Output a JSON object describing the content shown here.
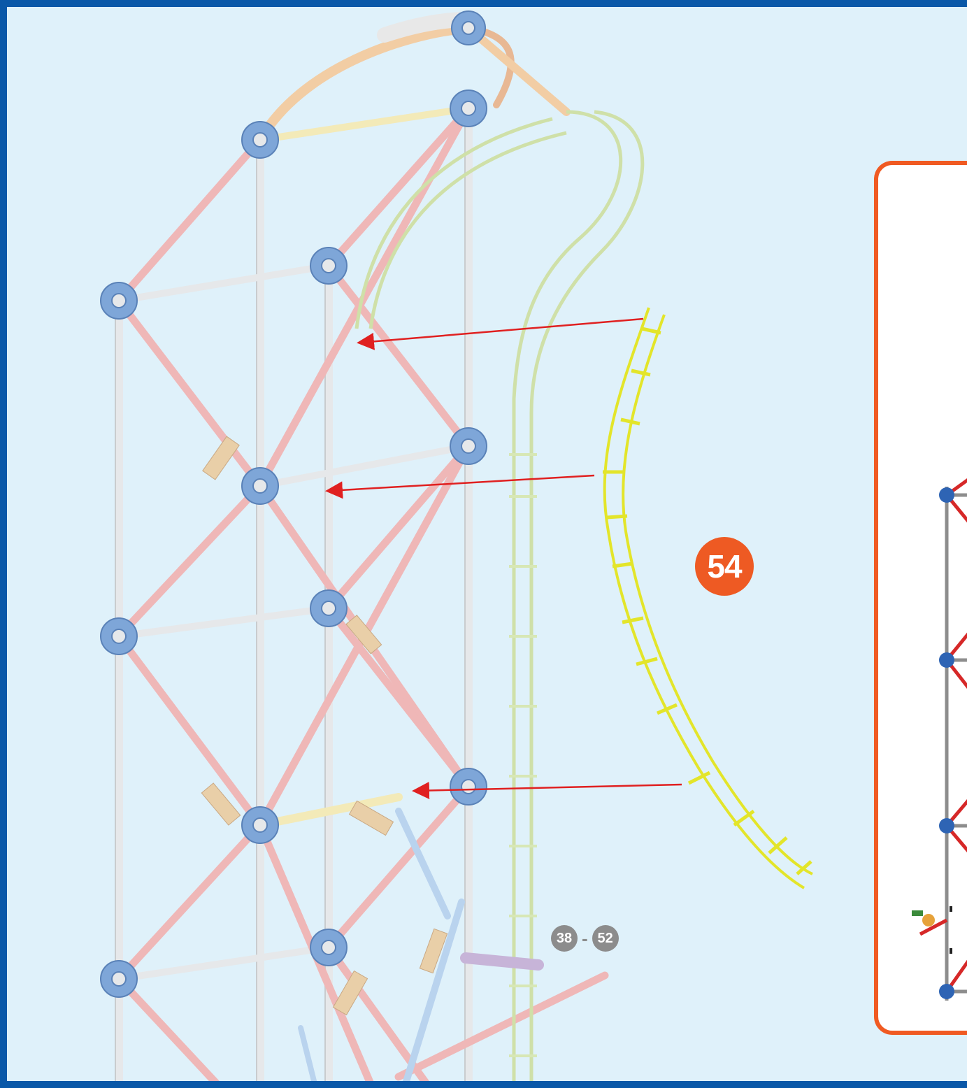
{
  "step": {
    "number": "54"
  },
  "reference_range": {
    "from": "38",
    "to": "52",
    "separator": "-"
  },
  "colors": {
    "border": "#0a58a8",
    "background": "#dff1fa",
    "accent": "#ee5a23",
    "new_part": "#e3e52a",
    "arrow": "#e02020",
    "connector": "#7ea6d8",
    "rod_white": "#e6e8ea",
    "rod_pink": "#efb7b7",
    "inset_rod_red": "#d62828",
    "inset_rod_grey": "#8d8d8d",
    "inset_connector": "#2e64b4"
  },
  "parts": [
    {
      "name": "curved-track-piece",
      "color": "yellow",
      "status": "new"
    },
    {
      "name": "tower-frame",
      "color": "faded",
      "status": "existing"
    }
  ],
  "arrows_count": 3
}
